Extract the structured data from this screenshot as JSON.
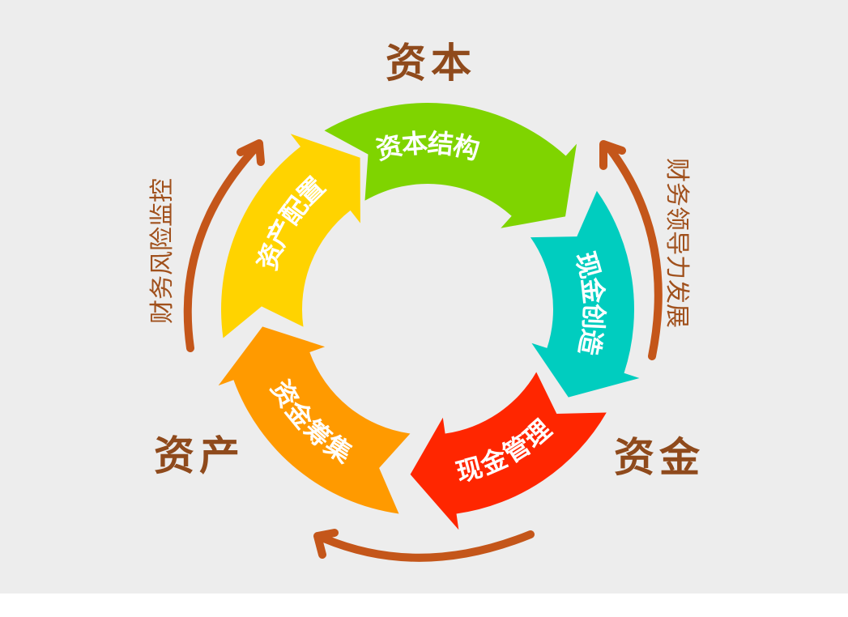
{
  "corners": {
    "top": "资本",
    "left": "资产",
    "right": "资金"
  },
  "side_labels": {
    "left": "财务风险监控",
    "right": "财务领导力发展"
  },
  "cycle": [
    {
      "label": "资本结构",
      "color": "#7fd400"
    },
    {
      "label": "现金创造",
      "color": "#00cdbf"
    },
    {
      "label": "现金管理",
      "color": "#ff2600"
    },
    {
      "label": "资金筹集",
      "color": "#ff9a00"
    },
    {
      "label": "资产配置",
      "color": "#ffd300"
    }
  ],
  "arrow_color": "#c4561a"
}
